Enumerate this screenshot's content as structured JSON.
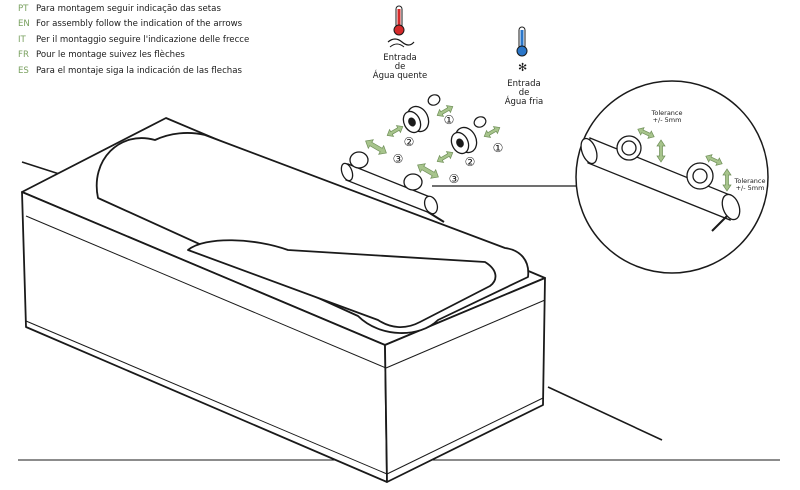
{
  "instructions": [
    {
      "code": "PT",
      "text": "Para montagem seguir indicação das setas"
    },
    {
      "code": "EN",
      "text": "For assembly follow the indication of the arrows"
    },
    {
      "code": "IT",
      "text": "Per il montaggio seguire l'indicazione delle frecce"
    },
    {
      "code": "FR",
      "text": "Pour le montage suivez les flèches"
    },
    {
      "code": "ES",
      "text": "Para el montaje siga la indicación de las flechas"
    }
  ],
  "inlets": {
    "hot": {
      "line1": "Entrada",
      "line2": "de",
      "line3": "Água quente"
    },
    "cold": {
      "line1": "Entrada",
      "line2": "de",
      "line3": "Água fria"
    }
  },
  "steps": {
    "one": "①",
    "two": "②",
    "three": "③"
  },
  "tolerance": {
    "top": {
      "line1": "Tolerance",
      "line2": "+/- 5mm"
    },
    "side": {
      "line1": "Tolerance",
      "line2": "+/- 5mm"
    }
  },
  "colors": {
    "code_green": "#7aa160",
    "arrow_green": "#a7c48c",
    "hot_red": "#d52a2a",
    "cold_blue": "#2a76c9",
    "outline": "#1a1a1a"
  }
}
